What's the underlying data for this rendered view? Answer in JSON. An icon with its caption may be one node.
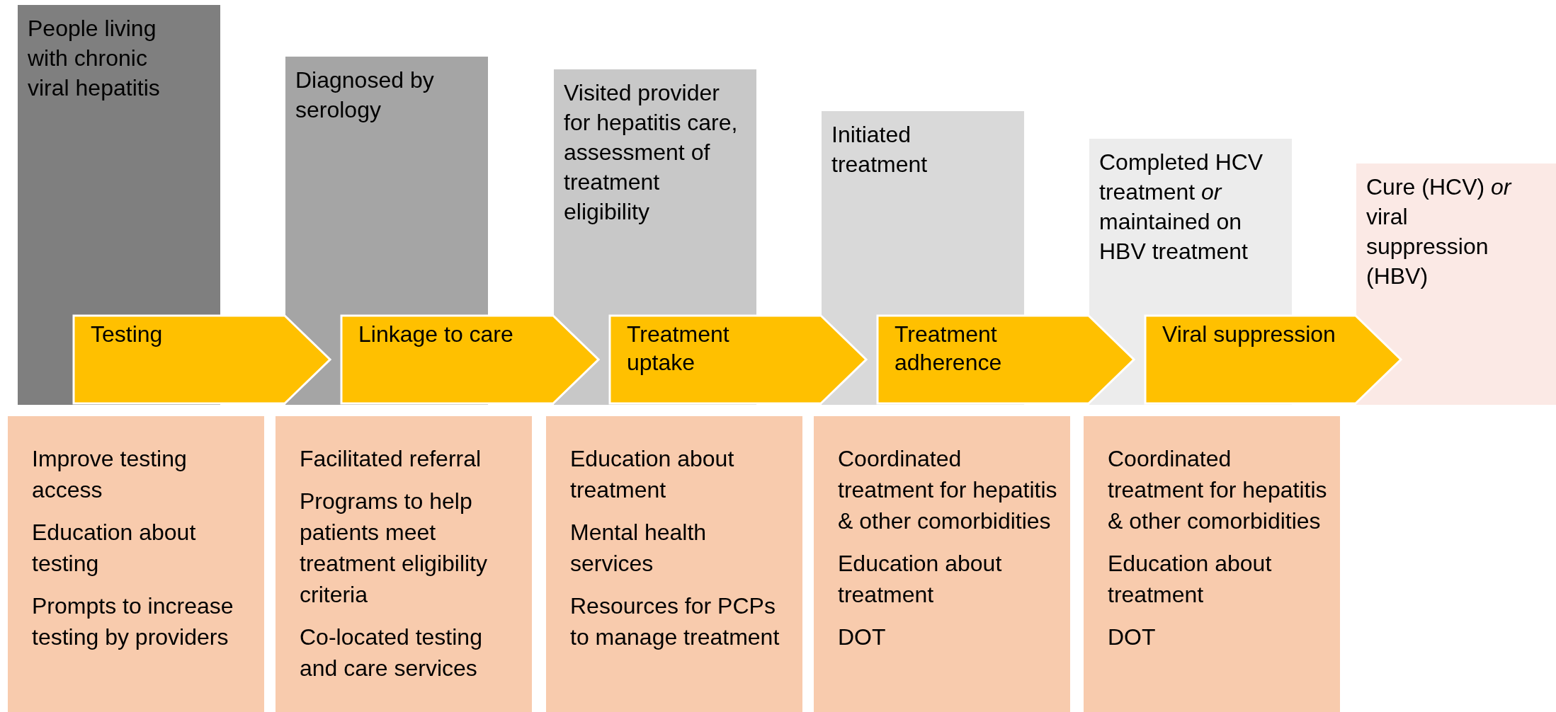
{
  "diagram": {
    "nodes": [
      {
        "text": [
          "People living with chronic viral hepatitis"
        ]
      },
      {
        "text": [
          "Diagnosed by serology"
        ]
      },
      {
        "text": [
          "Visited provider for hepatitis care, assessment of treatment eligibility"
        ]
      },
      {
        "text": [
          "Initiated treatment"
        ]
      },
      {
        "text": [
          "Completed HCV treatment *or* maintained on HBV treatment"
        ]
      },
      {
        "text": [
          "Cure (HCV) *or* viral suppression (HBV)"
        ]
      },
      {
        "text": [
          "Improve testing access",
          "Education about testing",
          "Prompts to increase testing by providers"
        ]
      },
      {
        "text": [
          "Facilitated referral",
          "Programs to help patients meet treatment eligibility criteria",
          "Co-located testing and care services"
        ]
      },
      {
        "text": [
          "Education about treatment",
          "Mental health services",
          "Resources for PCPs to manage treatment"
        ]
      },
      {
        "text": [
          "Coordinated treatment for hepatitis & other comorbidities",
          "Education about treatment",
          "DOT"
        ]
      },
      {
        "text": [
          "Coordinated treatment for hepatitis & other comorbidities",
          "Education about treatment",
          "DOT"
        ]
      }
    ],
    "edges": [
      {
        "from": 0,
        "to": 1,
        "arrow": "to",
        "label": "Testing"
      },
      {
        "from": 1,
        "to": 2,
        "arrow": "to",
        "label": "Linkage to care"
      },
      {
        "from": 2,
        "to": 3,
        "arrow": "to",
        "label": "Treatment uptake"
      },
      {
        "from": 3,
        "to": 4,
        "arrow": "to",
        "label": "Treatment adherence"
      },
      {
        "from": 4,
        "to": 5,
        "arrow": "to",
        "label": "Viral suppression"
      }
    ]
  }
}
